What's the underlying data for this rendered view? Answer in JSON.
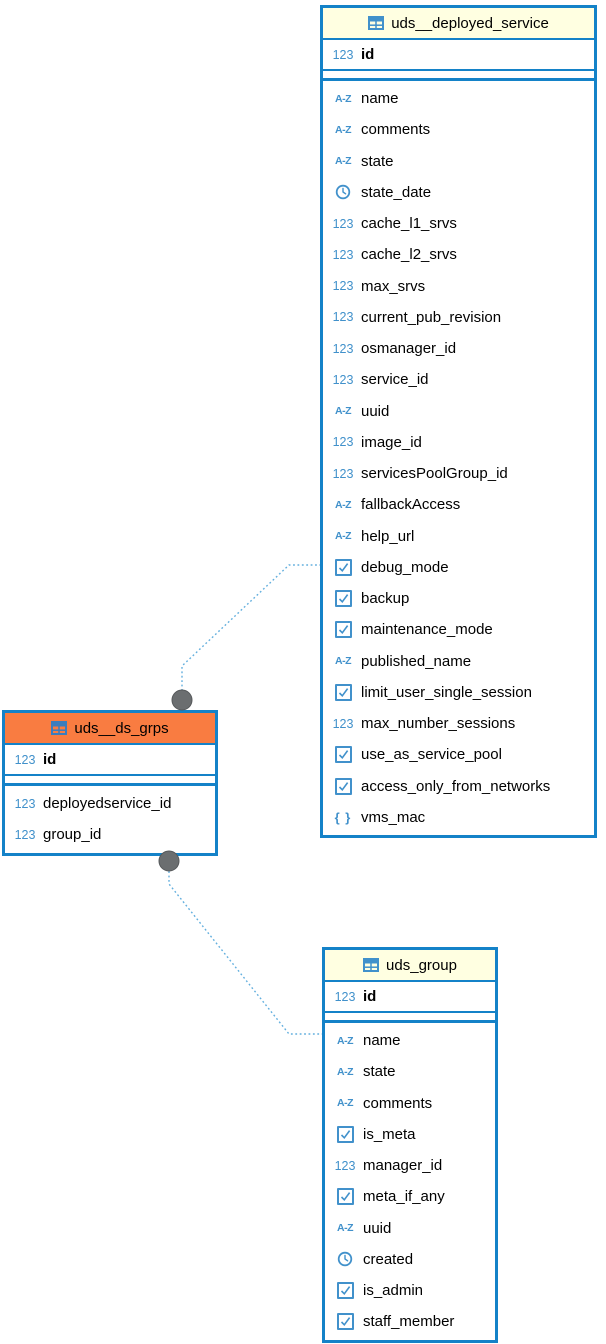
{
  "icon_glyphs": {
    "number": "123",
    "text": "A-Z",
    "json": "{ }"
  },
  "colors": {
    "table_border": "#1482C8",
    "header_yellow": "#FFFFE1",
    "header_orange": "#F97C41",
    "type_icon_blue": "#4191CB",
    "connector_blue": "#63AFDE",
    "anchor_dot_gray": "#6B6E70",
    "text": "#000000"
  },
  "tables": [
    {
      "title": "uds__deployed_service",
      "header_style": "yellow",
      "primary_key": [
        {
          "type": "number",
          "name": "id"
        }
      ],
      "columns": [
        {
          "type": "text",
          "name": "name"
        },
        {
          "type": "text",
          "name": "comments"
        },
        {
          "type": "text",
          "name": "state"
        },
        {
          "type": "datetime",
          "name": "state_date"
        },
        {
          "type": "number",
          "name": "cache_l1_srvs"
        },
        {
          "type": "number",
          "name": "cache_l2_srvs"
        },
        {
          "type": "number",
          "name": "max_srvs"
        },
        {
          "type": "number",
          "name": "current_pub_revision"
        },
        {
          "type": "number",
          "name": "osmanager_id"
        },
        {
          "type": "number",
          "name": "service_id"
        },
        {
          "type": "text",
          "name": "uuid"
        },
        {
          "type": "number",
          "name": "image_id"
        },
        {
          "type": "number",
          "name": "servicesPoolGroup_id"
        },
        {
          "type": "text",
          "name": "fallbackAccess"
        },
        {
          "type": "text",
          "name": "help_url"
        },
        {
          "type": "boolean",
          "name": "debug_mode"
        },
        {
          "type": "boolean",
          "name": "backup"
        },
        {
          "type": "boolean",
          "name": "maintenance_mode"
        },
        {
          "type": "text",
          "name": "published_name"
        },
        {
          "type": "boolean",
          "name": "limit_user_single_session"
        },
        {
          "type": "number",
          "name": "max_number_sessions"
        },
        {
          "type": "boolean",
          "name": "use_as_service_pool"
        },
        {
          "type": "boolean",
          "name": "access_only_from_networks"
        },
        {
          "type": "json",
          "name": "vms_mac"
        }
      ]
    },
    {
      "title": "uds__ds_grps",
      "header_style": "orange",
      "primary_key": [
        {
          "type": "number",
          "name": "id"
        }
      ],
      "columns": [
        {
          "type": "number",
          "name": "deployedservice_id"
        },
        {
          "type": "number",
          "name": "group_id"
        }
      ]
    },
    {
      "title": "uds_group",
      "header_style": "yellow",
      "primary_key": [
        {
          "type": "number",
          "name": "id"
        }
      ],
      "columns": [
        {
          "type": "text",
          "name": "name"
        },
        {
          "type": "text",
          "name": "state"
        },
        {
          "type": "text",
          "name": "comments"
        },
        {
          "type": "boolean",
          "name": "is_meta"
        },
        {
          "type": "number",
          "name": "manager_id"
        },
        {
          "type": "boolean",
          "name": "meta_if_any"
        },
        {
          "type": "text",
          "name": "uuid"
        },
        {
          "type": "datetime",
          "name": "created"
        },
        {
          "type": "boolean",
          "name": "is_admin"
        },
        {
          "type": "boolean",
          "name": "staff_member"
        }
      ]
    }
  ],
  "relations": [
    {
      "from": "uds__ds_grps",
      "to": "uds__deployed_service"
    },
    {
      "from": "uds__ds_grps",
      "to": "uds_group"
    }
  ]
}
